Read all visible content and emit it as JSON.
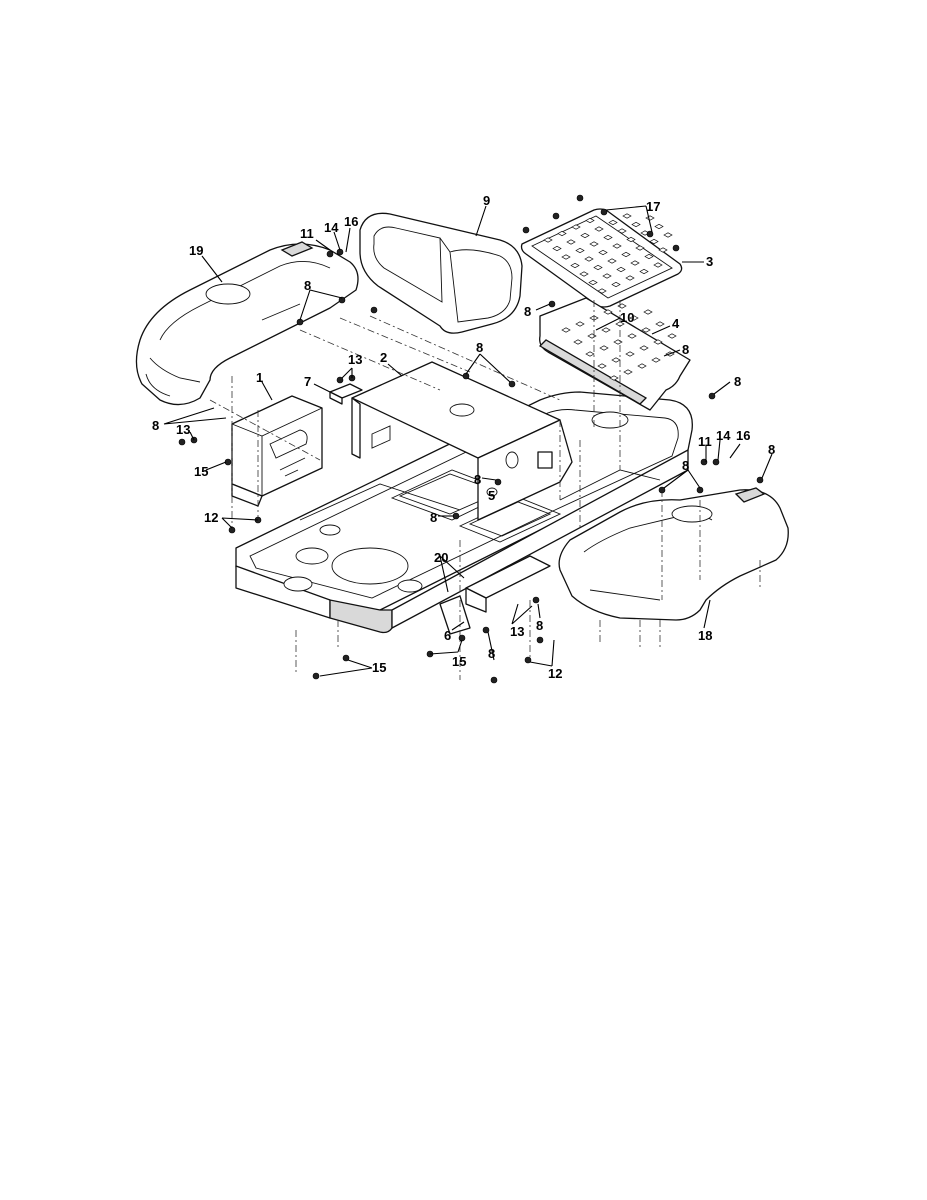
{
  "callouts": [
    {
      "id": "c9",
      "label": "9"
    },
    {
      "id": "c17",
      "label": "17"
    },
    {
      "id": "c3",
      "label": "3"
    },
    {
      "id": "c19",
      "label": "19"
    },
    {
      "id": "c11a",
      "label": "11"
    },
    {
      "id": "c14a",
      "label": "14"
    },
    {
      "id": "c16a",
      "label": "16"
    },
    {
      "id": "c8a",
      "label": "8"
    },
    {
      "id": "c8b",
      "label": "8"
    },
    {
      "id": "c10",
      "label": "10"
    },
    {
      "id": "c4",
      "label": "4"
    },
    {
      "id": "c8c",
      "label": "8"
    },
    {
      "id": "c8d",
      "label": "8"
    },
    {
      "id": "c13a",
      "label": "13"
    },
    {
      "id": "c2",
      "label": "2"
    },
    {
      "id": "c8e",
      "label": "8"
    },
    {
      "id": "c7",
      "label": "7"
    },
    {
      "id": "c1",
      "label": "1"
    },
    {
      "id": "c8f",
      "label": "8"
    },
    {
      "id": "c13b",
      "label": "13"
    },
    {
      "id": "c15a",
      "label": "15"
    },
    {
      "id": "c11b",
      "label": "11"
    },
    {
      "id": "c14b",
      "label": "14"
    },
    {
      "id": "c16b",
      "label": "16"
    },
    {
      "id": "c8g",
      "label": "8"
    },
    {
      "id": "c8h",
      "label": "8"
    },
    {
      "id": "c8i",
      "label": "8"
    },
    {
      "id": "c5",
      "label": "5"
    },
    {
      "id": "c8j",
      "label": "8"
    },
    {
      "id": "c12a",
      "label": "12"
    },
    {
      "id": "c20",
      "label": "20"
    },
    {
      "id": "c18",
      "label": "18"
    },
    {
      "id": "c6",
      "label": "6"
    },
    {
      "id": "c13c",
      "label": "13"
    },
    {
      "id": "c8k",
      "label": "8"
    },
    {
      "id": "c15b",
      "label": "15"
    },
    {
      "id": "c8l",
      "label": "8"
    },
    {
      "id": "c12b",
      "label": "12"
    },
    {
      "id": "c15c",
      "label": "15"
    }
  ]
}
